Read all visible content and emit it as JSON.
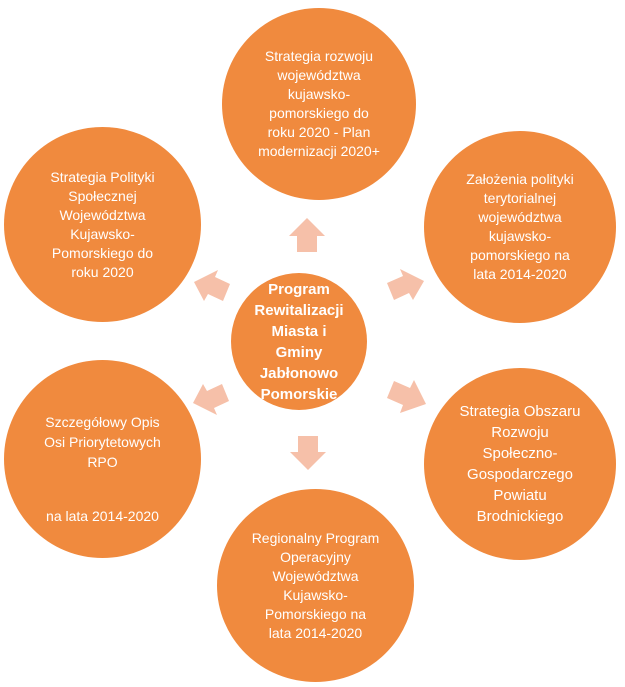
{
  "colors": {
    "node_fill": "#f08a3e",
    "arrow_fill": "#f6c0a9",
    "text": "#ffffff"
  },
  "diagram": {
    "center": "Program\nRewitalizacji\nMiasta i\nGminy\nJabłonowo\nPomorskie",
    "top": "Strategia rozwoju\nwojewództwa\nkujawsko-\npomorskiego do\nroku 2020 - Plan\nmodernizacji 2020+",
    "top_right": "Założenia polityki\nterytorialnej\nwojewództwa\nkujawsko-\npomorskiego na\nlata 2014-2020",
    "bottom_right": "Strategia Obszaru\nRozwoju\nSpołeczno-\nGospodarczego\nPowiatu\nBrodnickiego",
    "bottom": "Regionalny Program\nOperacyjny\nWojewództwa\nKujawsko-\nPomorskiego na\nlata 2014-2020",
    "bottom_left_line1": "Szczegółowy Opis\nOsi Priorytetowych\nRPO",
    "bottom_left_line2": "na lata 2014-2020",
    "top_left": "Strategia Polityki\nSpołecznej\nWojewództwa\nKujawsko-\nPomorskiego do\nroku 2020"
  }
}
